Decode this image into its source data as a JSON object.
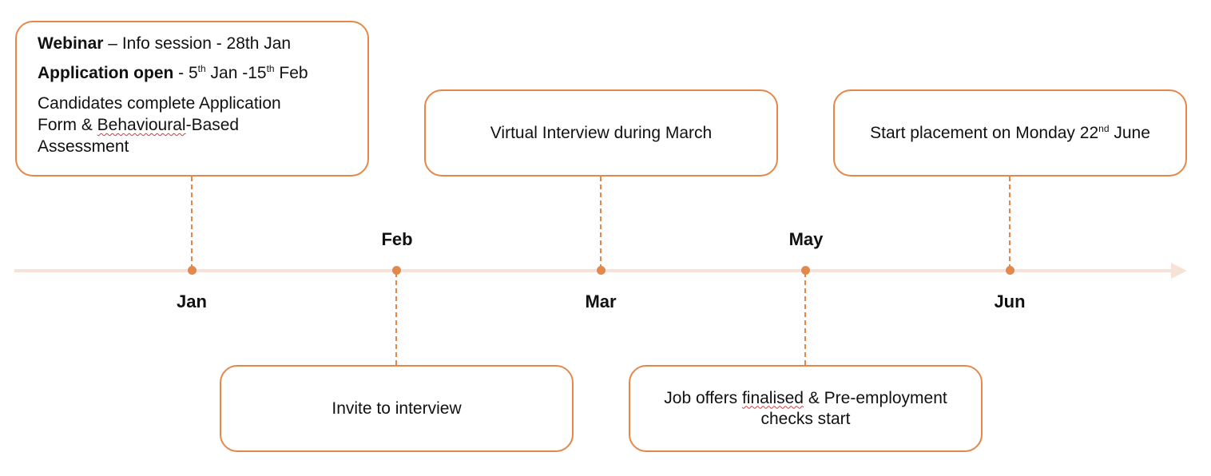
{
  "timeline": {
    "months": [
      {
        "id": "jan",
        "label": "Jan",
        "position": "below"
      },
      {
        "id": "feb",
        "label": "Feb",
        "position": "above"
      },
      {
        "id": "mar",
        "label": "Mar",
        "position": "below"
      },
      {
        "id": "may",
        "label": "May",
        "position": "above"
      },
      {
        "id": "jun",
        "label": "Jun",
        "position": "below"
      }
    ],
    "colors": {
      "accent": "#e4884a",
      "axis": "#f6e2d7",
      "spellcheck": "#d63a3a"
    }
  },
  "events": {
    "jan": {
      "webinar_bold": "Webinar",
      "webinar_text": " – Info session  - 28th Jan",
      "application_bold": "Application open",
      "application_text_1": " - 5",
      "application_sup_1": "th",
      "application_text_2": " Jan -15",
      "application_sup_2": "th",
      "application_text_3": "  Feb",
      "candidates_text_1": "Candidates complete Application Form & ",
      "candidates_squiggle": "Behavioural",
      "candidates_text_2": "-Based Assessment"
    },
    "feb": {
      "text": "Invite to interview"
    },
    "mar": {
      "text": "Virtual Interview during March"
    },
    "may": {
      "text_1": "Job offers ",
      "squiggle": "finalised",
      "text_2": " & Pre-employment checks start"
    },
    "jun": {
      "text_1": "Start placement on Monday 22",
      "sup": "nd",
      "text_2": " June"
    }
  }
}
